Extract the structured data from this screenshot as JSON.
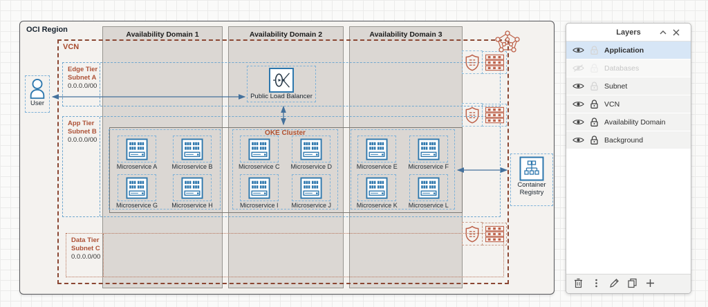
{
  "diagram": {
    "region_label": "OCI Region",
    "vcn_label": "VCN",
    "availability_domains": [
      "Availability Domain 1",
      "Availability Domain 2",
      "Availability Domain 3"
    ],
    "subnets": [
      {
        "tier": "Edge Tier",
        "name": "Subnet A",
        "cidr": "0.0.0.0/00"
      },
      {
        "tier": "App Tier",
        "name": "Subnet B",
        "cidr": "0.0.0.0/00"
      },
      {
        "tier": "Data Tier",
        "name": "Subnet C",
        "cidr": "0.0.0.0/00"
      }
    ],
    "user_label": "User",
    "load_balancer_label": "Public Load Balancer",
    "oke_cluster_label": "OKE Cluster",
    "microservice_groups": [
      {
        "domain": "Availability Domain 1",
        "services": [
          "Microservice A",
          "Microservice B",
          "Microservice G",
          "Microservice H"
        ]
      },
      {
        "domain": "Availability Domain 2",
        "services": [
          "Microservice C",
          "Microservice D",
          "Microservice I",
          "Microservice J"
        ]
      },
      {
        "domain": "Availability Domain 3",
        "services": [
          "Microservice E",
          "Microservice F",
          "Microservice K",
          "Microservice L"
        ]
      }
    ],
    "container_registry": {
      "line1": "Container",
      "line2": "Registry"
    },
    "icons": {
      "internet": "internet-gateway-icon",
      "security": "security-list-icon",
      "route": "route-table-icon",
      "load_balancer": "load-balancer-icon",
      "microservice": "container-node-icon",
      "user": "user-icon",
      "registry": "container-registry-icon"
    }
  },
  "layers_panel": {
    "title": "Layers",
    "layers": [
      {
        "name": "Application",
        "visible": true,
        "locked": false,
        "selected": true
      },
      {
        "name": "Databases",
        "visible": false,
        "locked": false,
        "selected": false
      },
      {
        "name": "Subnet",
        "visible": true,
        "locked": false,
        "selected": false
      },
      {
        "name": "VCN",
        "visible": true,
        "locked": true,
        "selected": false
      },
      {
        "name": "Availability Domain",
        "visible": true,
        "locked": true,
        "selected": false
      },
      {
        "name": "Background",
        "visible": true,
        "locked": true,
        "selected": false
      }
    ],
    "toolbar": [
      "delete-layer",
      "more-options",
      "edit-layer",
      "duplicate-layer",
      "add-layer"
    ]
  },
  "colors": {
    "oci_brown": "#a84a2c",
    "icon_brown": "#bd6149",
    "icon_blue": "#2d77ad",
    "arrow_blue": "#44719c",
    "selection_blue": "#7fb2d8",
    "ad_fill": "#dbd7d3",
    "region_fill": "#f4f2ef",
    "selected_row": "#d7e6f6"
  }
}
